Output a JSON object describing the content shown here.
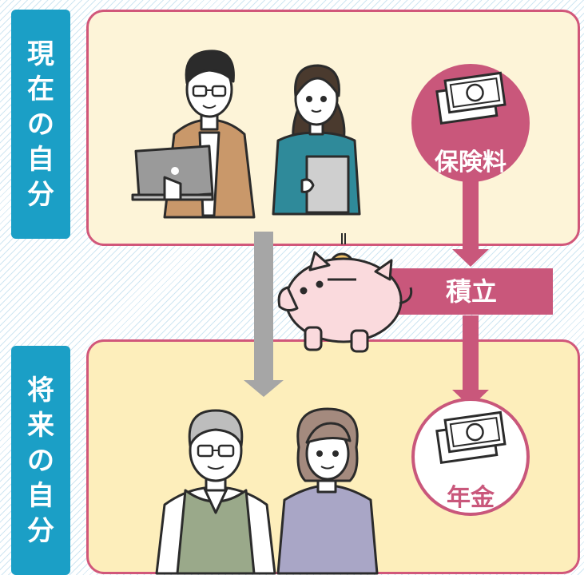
{
  "current_label": [
    "現",
    "在",
    "の",
    "自",
    "分"
  ],
  "future_label": [
    "将",
    "来",
    "の",
    "自",
    "分"
  ],
  "premium_label": "保険料",
  "savings_label": "積立",
  "pension_label": "年金",
  "colors": {
    "accent_pink": "#c9577b",
    "label_blue": "#1b9fc6",
    "gray_arrow": "#a6a6a6",
    "top_panel_bg": "#fdf4d8",
    "bottom_panel_bg": "#fdeebb"
  }
}
